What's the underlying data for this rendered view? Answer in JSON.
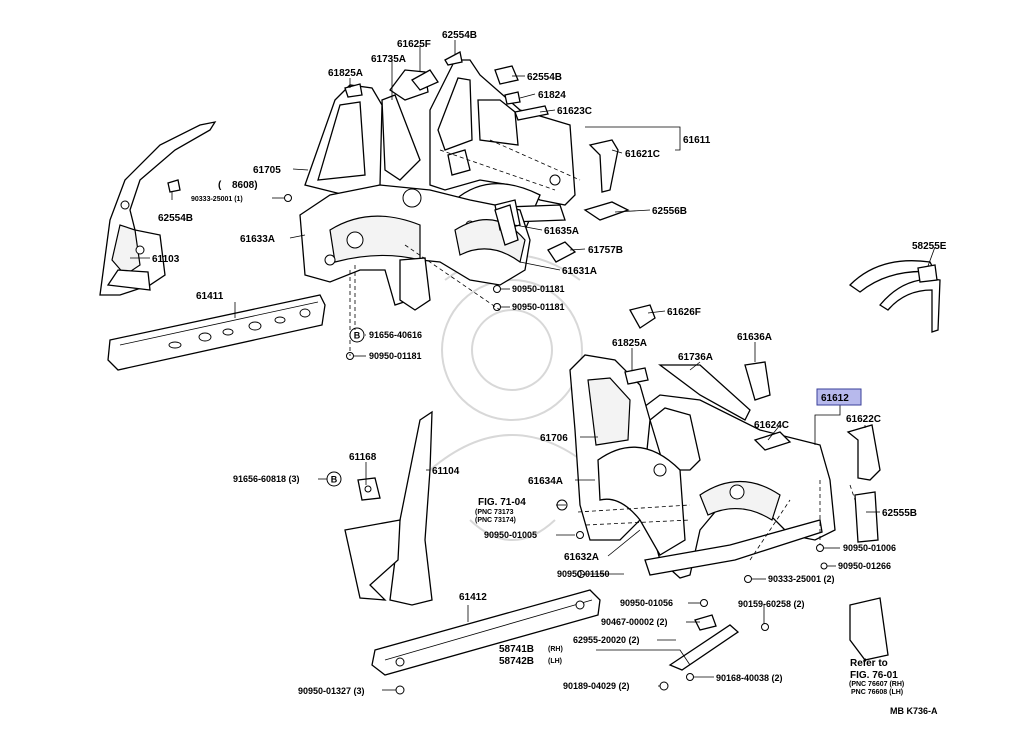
{
  "labels": {
    "p61625F": "61625F",
    "p62554B_top": "62554B",
    "p61735A": "61735A",
    "p61825A_top": "61825A",
    "p62554B_right": "62554B",
    "p61824": "61824",
    "p61623C": "61623C",
    "p61611": "61611",
    "p61621C": "61621C",
    "p61705": "61705",
    "p8608_paren": "(",
    "p8608": "8608)",
    "p90333_25001_1": "90333-25001 (1)",
    "p62554B_left": "62554B",
    "p61633A": "61633A",
    "p62556B": "62556B",
    "p61635A": "61635A",
    "p61757B": "61757B",
    "p61631A": "61631A",
    "p61103": "61103",
    "p90950_01181_a": "90950-01181",
    "p90950_01181_b": "90950-01181",
    "p61411": "61411",
    "p58255E": "58255E",
    "p61626F": "61626F",
    "p91656_40616": "91656-40616",
    "p90950_01181_c": "90950-01181",
    "p61825A_mid": "61825A",
    "p61736A": "61736A",
    "p61636A": "61636A",
    "p61612": "61612",
    "p61622C": "61622C",
    "p61624C": "61624C",
    "p61706": "61706",
    "p61104": "61104",
    "p61168": "61168",
    "p91656_60818_3": "91656-60818 (3)",
    "p61634A": "61634A",
    "p62555B": "62555B",
    "fig7104": "FIG. 71-04",
    "pnc73173": "(PNC 73173",
    "pnc73174": "(PNC 73174)",
    "p90950_01005": "90950-01005",
    "p61632A": "61632A",
    "p90950_01006": "90950-01006",
    "p90950_01266": "90950-01266",
    "p90950_01150": "90950-01150",
    "p90333_25001_2": "90333-25001 (2)",
    "p61412": "61412",
    "p90950_01056": "90950-01056",
    "p90159_60258_2": "90159-60258 (2)",
    "p90467_00002_2": "90467-00002 (2)",
    "p62955_20020_2": "62955-20020 (2)",
    "p58741B": "58741B",
    "p58742B": "58742B",
    "rh": "(RH)",
    "lh": "(LH)",
    "refer_to": "Refer to",
    "fig7601": "FIG. 76-01",
    "pnc76607": "(PNC 76607 (RH)",
    "pnc76608": "PNC 76608 (LH)",
    "p90189_04029_2": "90189-04029 (2)",
    "p90168_40038_2": "90168-40038 (2)",
    "p90950_01327_3": "90950-01327 (3)",
    "mark_b": "B",
    "footer": "MB  K736-A"
  },
  "highlight": {
    "part": "61612",
    "fill": "#b7b9ec",
    "stroke": "#3a3f9a"
  }
}
